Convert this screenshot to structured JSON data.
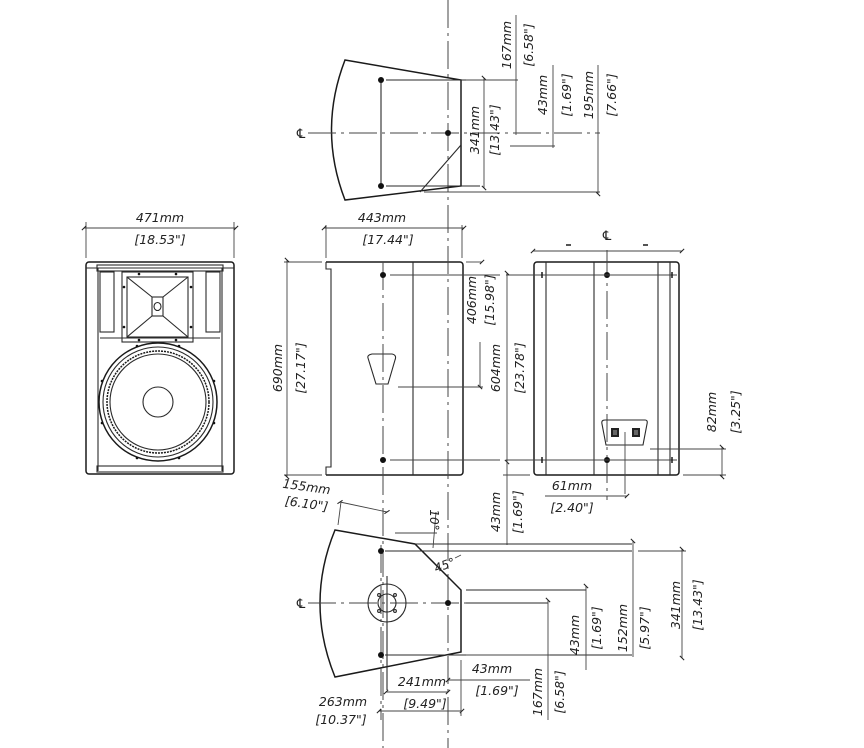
{
  "drawing": {
    "title": "Loudspeaker enclosure dimensional drawing",
    "centerline_symbol": "℄",
    "front_view": {
      "width_mm": "471mm",
      "width_in": "[18.53\"]"
    },
    "side_view": {
      "depth_mm": "443mm",
      "depth_in": "[17.44\"]",
      "height_mm": "690mm",
      "height_in": "[27.17\"]",
      "rigging_top_mm": "406mm",
      "rigging_top_in": "[15.98\"]",
      "handle_mm": "604mm",
      "bottom_offset_mm": "155mm",
      "bottom_offset_in": "[6.10\"]"
    },
    "rear_view": {
      "rigging_span_mm": "604mm",
      "rigging_span_in": "[23.78\"]",
      "connector_height_mm": "82mm",
      "connector_height_in": "[3.25\"]",
      "connector_offset_mm": "61mm",
      "connector_offset_in": "[2.40\"]",
      "bottom_rig_mm": "43mm",
      "bottom_rig_in": "[1.69\"]"
    },
    "top_view": {
      "width_mm": "341mm",
      "width_in": "[13.43\"]",
      "d1_mm": "167mm",
      "d1_in": "[6.58\"]",
      "d2_mm": "43mm",
      "d2_in": "[1.69\"]",
      "d3_mm": "195mm",
      "d3_in": "[7.66\"]"
    },
    "bottom_view": {
      "angle_10": "10°",
      "angle_45": "45°",
      "width_mm": "341mm",
      "width_in": "[13.43\"]",
      "d152_mm": "152mm",
      "d152_in": "[5.97\"]",
      "d43_mm": "43mm",
      "d43_in": "[1.69\"]",
      "d167_mm": "167mm",
      "d167_in": "[6.58\"]",
      "h43_mm": "43mm",
      "h43_in": "[1.69\"]",
      "d241_mm": "241mm",
      "d241_in": "[9.49\"]",
      "d263_mm": "263mm",
      "d263_in": "[10.37\"]"
    }
  }
}
